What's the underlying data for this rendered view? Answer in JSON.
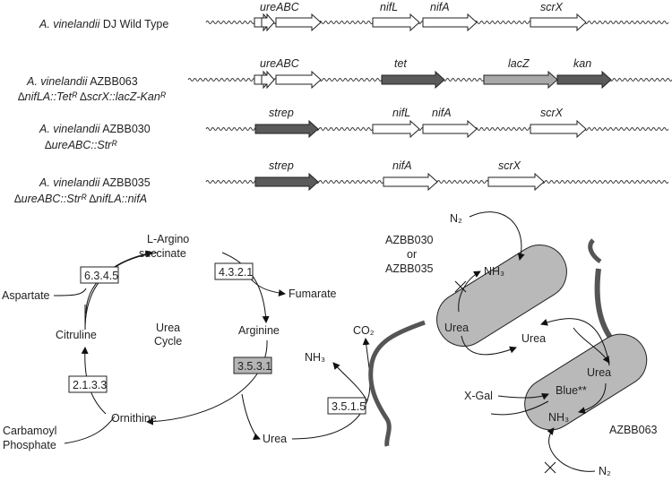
{
  "strains": [
    {
      "name_italic": "A. vinelandii",
      "name_rest": " DJ Wild Type",
      "sub": "",
      "genes": [
        {
          "label": "ureABC"
        },
        {
          "label": "nifL"
        },
        {
          "label": "nifA"
        },
        {
          "label": "scrX"
        }
      ]
    },
    {
      "name_italic": "A. vinelandii",
      "name_rest": " AZBB063",
      "sub": "∆nifLA::Tetᴿ ∆scrX::lacZ-Kanᴿ",
      "genes": [
        {
          "label": "ureABC"
        },
        {
          "label": "tet"
        },
        {
          "label": "lacZ"
        },
        {
          "label": "kan"
        }
      ]
    },
    {
      "name_italic": "A. vinelandii",
      "name_rest": " AZBB030",
      "sub": "∆ureABC::Strᴿ",
      "genes": [
        {
          "label": "strep"
        },
        {
          "label": "nifL"
        },
        {
          "label": "nifA"
        },
        {
          "label": "scrX"
        }
      ]
    },
    {
      "name_italic": "A. vinelandii",
      "name_rest": " AZBB035",
      "sub": "∆ureABC::Strᴿ ∆nifLA::nifA",
      "genes": [
        {
          "label": "strep"
        },
        {
          "label": "nifA"
        },
        {
          "label": "scrX"
        }
      ]
    }
  ],
  "cycle": {
    "title": "Urea",
    "title2": "Cycle",
    "nodes": {
      "argino": "L-Argino",
      "argino2": "succinate",
      "fumarate": "Fumarate",
      "arginine": "Arginine",
      "aspartate": "Aspartate",
      "citruline": "Citruline",
      "ornithine": "Ornithine",
      "carbamoyl": "Carbamoyl",
      "phosphate": "Phosphate",
      "urea": "Urea",
      "nh3": "NH₃",
      "co2": "CO₂"
    },
    "enzymes": {
      "e6345": "6.3.4.5",
      "e4321": "4.3.2.1",
      "e3531": "3.5.3.1",
      "e2133": "2.1.3.3",
      "e3515": "3.5.1.5"
    }
  },
  "cells": {
    "top_label_1": "AZBB030",
    "top_label_2": "or",
    "top_label_3": "AZBB035",
    "n2_top": "N₂",
    "nh3_top": "NH₃",
    "urea_top": "Urea",
    "urea_mid": "Urea",
    "urea_bottom": "Urea",
    "blue": "Blue**",
    "nh3_bottom": "NH₃",
    "xgal": "X-Gal",
    "azbb063": "AZBB063",
    "n2_bottom": "N₂"
  },
  "colors": {
    "dark_gene": "#5a5a5a",
    "light_gene": "#a8a8a8",
    "enzyme_highlight": "#b5b5b5",
    "cell_fill": "#b9b9b9"
  }
}
